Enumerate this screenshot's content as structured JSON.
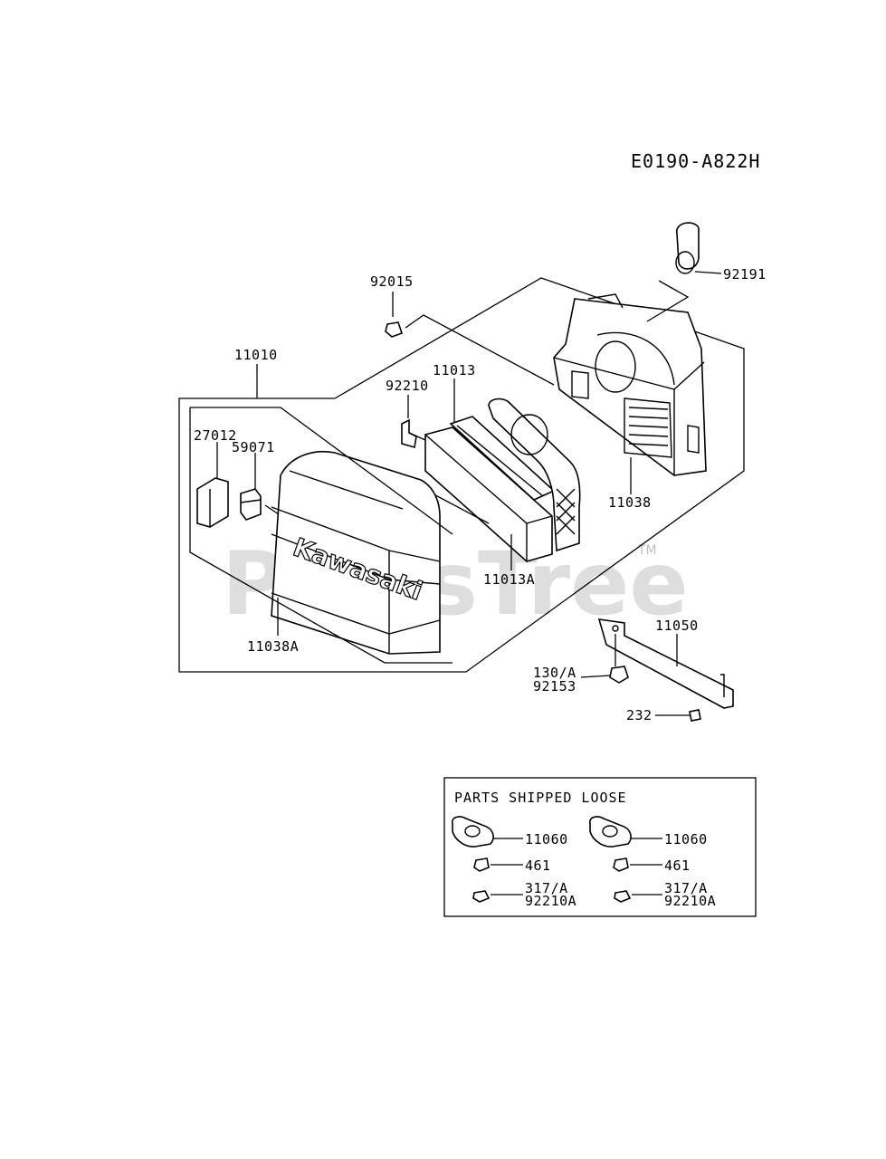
{
  "diagram_code": "E0190-A822H",
  "watermark": "PartsTree",
  "trademark": "TM",
  "brand_text": "Kawasaki",
  "parts": {
    "p92015": "92015",
    "p92191": "92191",
    "p11010": "11010",
    "p11013": "11013",
    "p92210": "92210",
    "p27012": "27012",
    "p59071": "59071",
    "p11038": "11038",
    "p11013A": "11013A",
    "p11038A": "11038A",
    "p11050": "11050",
    "p130A": "130/A",
    "p92153": "92153",
    "p232": "232"
  },
  "loose": {
    "title": "PARTS SHIPPED LOOSE",
    "left": {
      "gasket": "11060",
      "nut": "461",
      "ref": "317/A",
      "cap": "92210A"
    },
    "right": {
      "gasket": "11060",
      "nut": "461",
      "ref": "317/A",
      "cap": "92210A"
    }
  }
}
